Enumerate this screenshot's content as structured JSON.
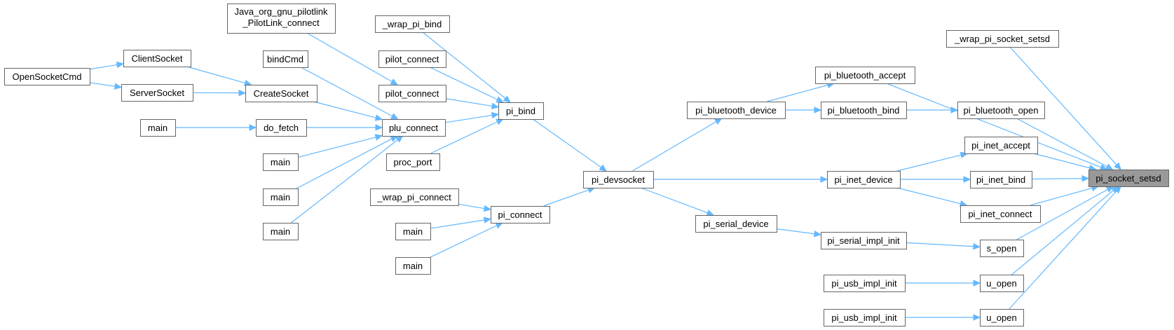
{
  "diagram": {
    "title": "",
    "colors": {
      "edge": "#63b8ff",
      "node_border": "#666666",
      "node_fill": "#ffffff",
      "root_fill": "#999999"
    },
    "nodes": [
      {
        "id": "root",
        "label": "pi_socket_setsd",
        "highlight": true
      },
      {
        "id": "wrap_setsd",
        "label": "_wrap_pi_socket_setsd"
      },
      {
        "id": "bt_accept",
        "label": "pi_bluetooth_accept"
      },
      {
        "id": "bt_open",
        "label": "pi_bluetooth_open"
      },
      {
        "id": "bt_bind",
        "label": "pi_bluetooth_bind"
      },
      {
        "id": "bt_device",
        "label": "pi_bluetooth_device"
      },
      {
        "id": "inet_accept",
        "label": "pi_inet_accept"
      },
      {
        "id": "inet_bind",
        "label": "pi_inet_bind"
      },
      {
        "id": "inet_connect",
        "label": "pi_inet_connect"
      },
      {
        "id": "inet_device",
        "label": "pi_inet_device"
      },
      {
        "id": "s_open",
        "label": "s_open"
      },
      {
        "id": "serial_init",
        "label": "pi_serial_impl_init"
      },
      {
        "id": "serial_device",
        "label": "pi_serial_device"
      },
      {
        "id": "u_open1",
        "label": "u_open"
      },
      {
        "id": "usb_init1",
        "label": "pi_usb_impl_init"
      },
      {
        "id": "u_open2",
        "label": "u_open"
      },
      {
        "id": "usb_init2",
        "label": "pi_usb_impl_init"
      },
      {
        "id": "devsocket",
        "label": "pi_devsocket"
      },
      {
        "id": "pi_bind",
        "label": "pi_bind"
      },
      {
        "id": "pi_connect",
        "label": "pi_connect"
      },
      {
        "id": "wrap_bind",
        "label": "_wrap_pi_bind"
      },
      {
        "id": "pilot_connect1",
        "label": "pilot_connect"
      },
      {
        "id": "pilot_connect2",
        "label": "pilot_connect"
      },
      {
        "id": "plu_connect",
        "label": "plu_connect"
      },
      {
        "id": "proc_port",
        "label": "proc_port"
      },
      {
        "id": "wrap_connect",
        "label": "_wrap_pi_connect"
      },
      {
        "id": "main_c1",
        "label": "main"
      },
      {
        "id": "main_c2",
        "label": "main"
      },
      {
        "id": "java",
        "label": "Java_org_gnu_pilotlink",
        "label2": "_PilotLink_connect"
      },
      {
        "id": "bindCmd",
        "label": "bindCmd"
      },
      {
        "id": "CreateSocket",
        "label": "CreateSocket"
      },
      {
        "id": "do_fetch",
        "label": "do_fetch"
      },
      {
        "id": "main_p1",
        "label": "main"
      },
      {
        "id": "main_p2",
        "label": "main"
      },
      {
        "id": "main_p3",
        "label": "main"
      },
      {
        "id": "ClientSocket",
        "label": "ClientSocket"
      },
      {
        "id": "ServerSocket",
        "label": "ServerSocket"
      },
      {
        "id": "main_df",
        "label": "main"
      },
      {
        "id": "OpenSocketCmd",
        "label": "OpenSocketCmd"
      }
    ],
    "edges": [
      [
        "wrap_setsd",
        "root"
      ],
      [
        "bt_accept",
        "root"
      ],
      [
        "bt_open",
        "root"
      ],
      [
        "inet_accept",
        "root"
      ],
      [
        "inet_bind",
        "root"
      ],
      [
        "inet_connect",
        "root"
      ],
      [
        "s_open",
        "root"
      ],
      [
        "u_open1",
        "root"
      ],
      [
        "u_open2",
        "root"
      ],
      [
        "bt_device",
        "bt_accept"
      ],
      [
        "bt_device",
        "bt_bind"
      ],
      [
        "bt_bind",
        "bt_open"
      ],
      [
        "inet_device",
        "inet_accept"
      ],
      [
        "inet_device",
        "inet_bind"
      ],
      [
        "inet_device",
        "inet_connect"
      ],
      [
        "serial_init",
        "s_open"
      ],
      [
        "serial_device",
        "serial_init"
      ],
      [
        "usb_init1",
        "u_open1"
      ],
      [
        "usb_init2",
        "u_open2"
      ],
      [
        "devsocket",
        "bt_device"
      ],
      [
        "devsocket",
        "inet_device"
      ],
      [
        "devsocket",
        "serial_device"
      ],
      [
        "pi_bind",
        "devsocket"
      ],
      [
        "pi_connect",
        "devsocket"
      ],
      [
        "wrap_bind",
        "pi_bind"
      ],
      [
        "pilot_connect1",
        "pi_bind"
      ],
      [
        "pilot_connect2",
        "pi_bind"
      ],
      [
        "plu_connect",
        "pi_bind"
      ],
      [
        "proc_port",
        "pi_bind"
      ],
      [
        "wrap_connect",
        "pi_connect"
      ],
      [
        "main_c1",
        "pi_connect"
      ],
      [
        "main_c2",
        "pi_connect"
      ],
      [
        "java",
        "pilot_connect2"
      ],
      [
        "bindCmd",
        "plu_connect"
      ],
      [
        "CreateSocket",
        "plu_connect"
      ],
      [
        "do_fetch",
        "plu_connect"
      ],
      [
        "main_p1",
        "plu_connect"
      ],
      [
        "main_p2",
        "plu_connect"
      ],
      [
        "main_p3",
        "plu_connect"
      ],
      [
        "ClientSocket",
        "CreateSocket"
      ],
      [
        "ServerSocket",
        "CreateSocket"
      ],
      [
        "main_df",
        "do_fetch"
      ],
      [
        "OpenSocketCmd",
        "ClientSocket"
      ],
      [
        "OpenSocketCmd",
        "ServerSocket"
      ]
    ]
  }
}
